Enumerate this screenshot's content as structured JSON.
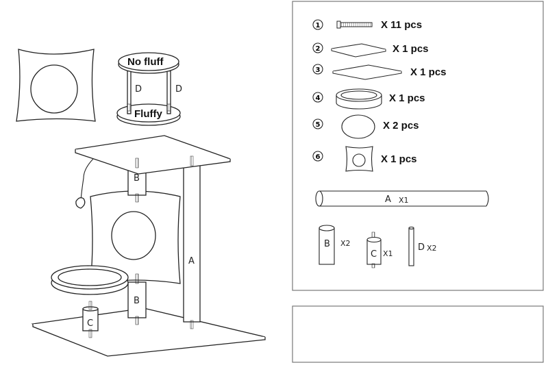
{
  "assembled": {
    "post_a": "A",
    "post_b_upper": "B",
    "post_b_lower": "B",
    "post_c": "C"
  },
  "platform_detail": {
    "top_label": "No fluff",
    "bottom_label": "Fluffy",
    "rod_left": "D",
    "rod_right": "D"
  },
  "parts": [
    {
      "number": "1",
      "quantity": "X 11 pcs",
      "icon": "screw-icon"
    },
    {
      "number": "2",
      "quantity": "X 1 pcs",
      "icon": "small-board-icon"
    },
    {
      "number": "3",
      "quantity": "X 1 pcs",
      "icon": "large-board-icon"
    },
    {
      "number": "4",
      "quantity": "X 1 pcs",
      "icon": "round-bed-icon"
    },
    {
      "number": "5",
      "quantity": "X 2 pcs",
      "icon": "round-disc-icon"
    },
    {
      "number": "6",
      "quantity": "X 1 pcs",
      "icon": "hole-panel-icon"
    }
  ],
  "posts": [
    {
      "letter": "A",
      "quantity": "X1"
    },
    {
      "letter": "B",
      "quantity": "X2"
    },
    {
      "letter": "C",
      "quantity": "X1"
    },
    {
      "letter": "D",
      "quantity": "X2"
    }
  ]
}
